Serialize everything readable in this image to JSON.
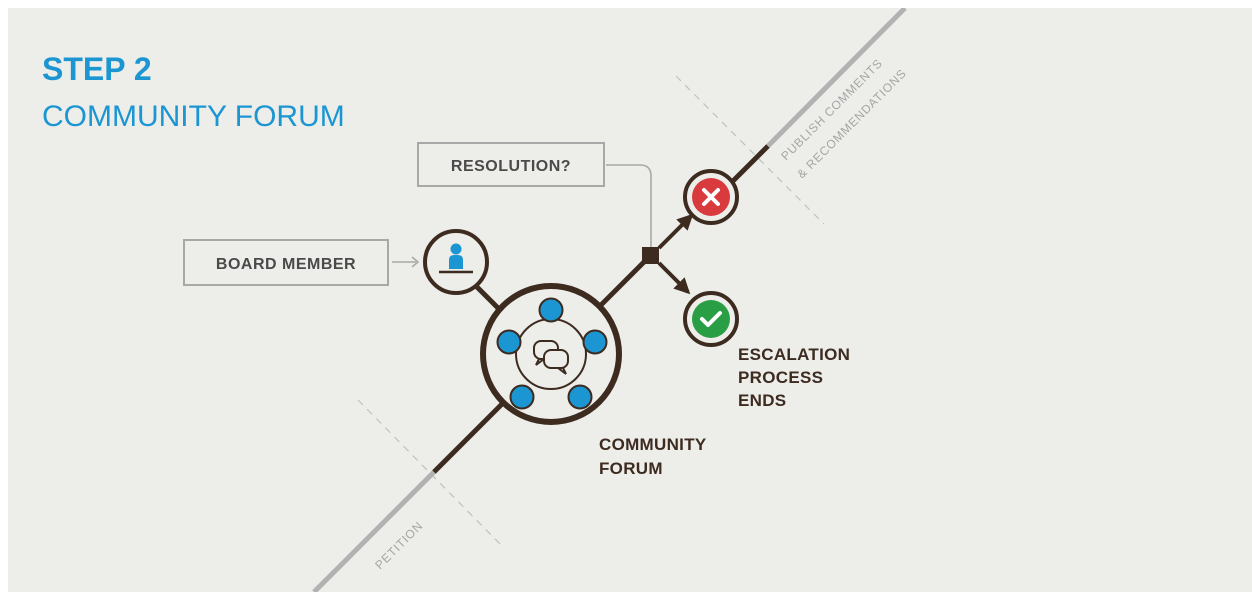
{
  "header": {
    "step": "STEP 2",
    "title": "COMMUNITY FORUM"
  },
  "labels": {
    "board_member": "BOARD MEMBER",
    "resolution": "RESOLUTION?",
    "community_forum": [
      "COMMUNITY",
      "FORUM"
    ],
    "escalation_ends": [
      "ESCALATION",
      "PROCESS",
      "ENDS"
    ],
    "petition": "PETITION",
    "publish": [
      "PUBLISH COMMENTS",
      "& RECOMMENDATIONS"
    ]
  },
  "icons": {
    "board_member": "person-icon",
    "forum_center": "chat-bubbles-icon",
    "rejected": "cross-icon",
    "approved": "check-icon"
  },
  "colors": {
    "accent": "#1b96d2",
    "dark": "#3d2b20",
    "reject": "#d93a3e",
    "approve": "#2a9e45",
    "timeline": "#b2b2b2",
    "background": "#ededea"
  }
}
